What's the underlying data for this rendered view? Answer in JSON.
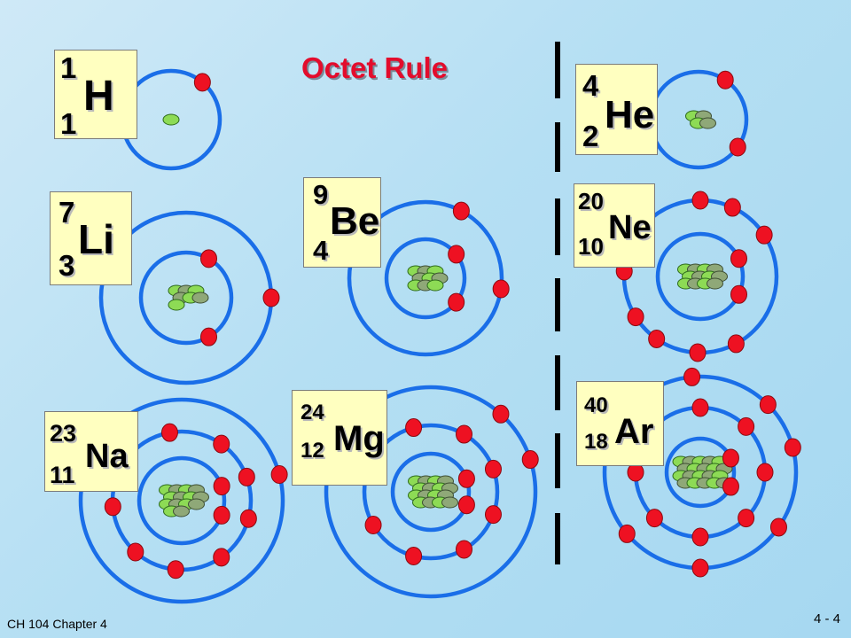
{
  "title": "Octet Rule",
  "footer": {
    "left": "CH 104 Chapter 4",
    "right": "4 - 4"
  },
  "colors": {
    "orbit": "#1a6ee8",
    "electron": "#ee1122",
    "electron_edge": "#8a0a10",
    "nucleus_light": "#8ddb55",
    "nucleus_dark": "#8fa878",
    "box_bg": "#ffffc0"
  },
  "elements": [
    {
      "symbol": "H",
      "mass": "1",
      "number": "1",
      "orbits": 1,
      "electrons": [
        1
      ]
    },
    {
      "symbol": "He",
      "mass": "4",
      "number": "2",
      "orbits": 1,
      "electrons": [
        2
      ]
    },
    {
      "symbol": "Li",
      "mass": "7",
      "number": "3",
      "orbits": 2,
      "electrons": [
        2,
        1
      ]
    },
    {
      "symbol": "Be",
      "mass": "9",
      "number": "4",
      "orbits": 2,
      "electrons": [
        2,
        2
      ]
    },
    {
      "symbol": "Ne",
      "mass": "20",
      "number": "10",
      "orbits": 2,
      "electrons": [
        2,
        8
      ]
    },
    {
      "symbol": "Na",
      "mass": "23",
      "number": "11",
      "orbits": 3,
      "electrons": [
        2,
        8,
        1
      ]
    },
    {
      "symbol": "Mg",
      "mass": "24",
      "number": "12",
      "orbits": 3,
      "electrons": [
        2,
        8,
        2
      ]
    },
    {
      "symbol": "Ar",
      "mass": "40",
      "number": "18",
      "orbits": 3,
      "electrons": [
        2,
        8,
        8
      ]
    }
  ]
}
